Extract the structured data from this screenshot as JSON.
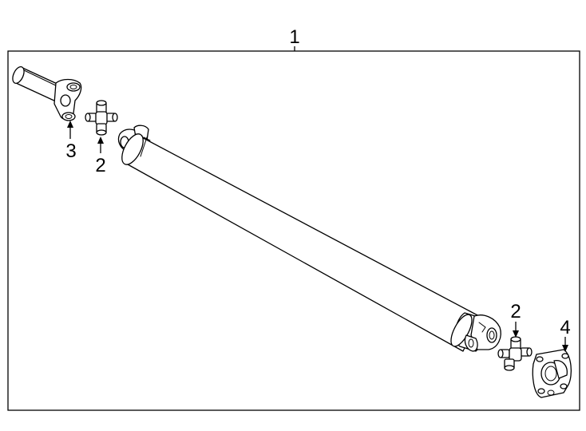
{
  "diagram": {
    "callouts": [
      {
        "id": "assembly",
        "label": "1"
      },
      {
        "id": "u-joint-left",
        "label": "2"
      },
      {
        "id": "u-joint-right",
        "label": "2"
      },
      {
        "id": "slip-yoke",
        "label": "3"
      },
      {
        "id": "flange-yoke",
        "label": "4"
      }
    ],
    "colors": {
      "line": "#000000",
      "background": "#ffffff"
    }
  }
}
